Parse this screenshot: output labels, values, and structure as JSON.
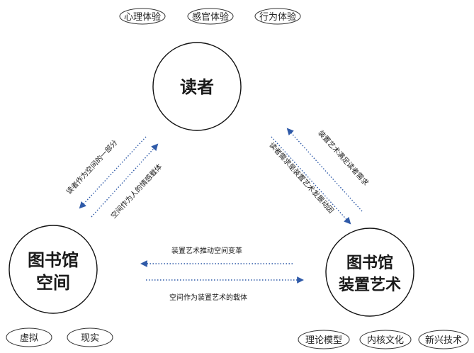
{
  "nodes": {
    "reader": {
      "label": "读者"
    },
    "space": {
      "line1": "图书馆",
      "line2": "空间"
    },
    "art": {
      "line1": "图书馆",
      "line2": "装置艺术"
    }
  },
  "tags": {
    "reader": [
      "心理体验",
      "感官体验",
      "行为体验"
    ],
    "space": [
      "虚拟",
      "现实"
    ],
    "art": [
      "理论模型",
      "内核文化",
      "新兴技术"
    ]
  },
  "edges": {
    "reader_to_space": "读者作为空间的一部分",
    "space_to_reader": "空间作为人的情感载体",
    "reader_to_art": "读者需求是装置艺术发展动因",
    "art_to_reader": "装置艺术满足读者需求",
    "art_to_space": "装置艺术推动空间变革",
    "space_to_art": "空间作为装置艺术的载体"
  },
  "colors": {
    "arrow": "#2f5aa8",
    "circle_stroke": "#111111",
    "tag_stroke": "#333333"
  }
}
